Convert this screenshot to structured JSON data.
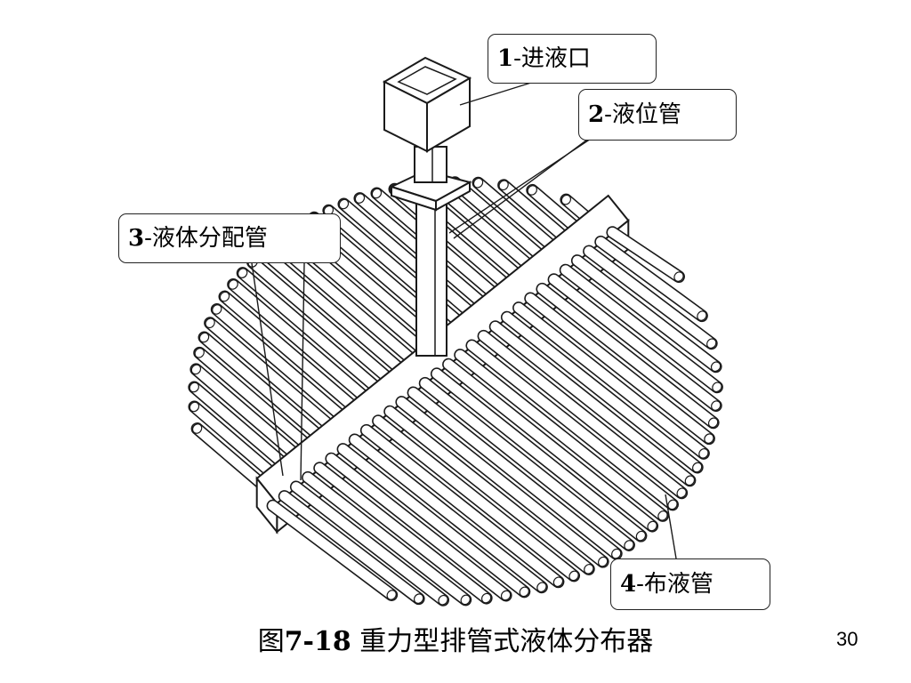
{
  "callouts": [
    {
      "num": "1",
      "text": "-进液口"
    },
    {
      "num": "2",
      "text": "-液位管"
    },
    {
      "num": "3",
      "text": "-液体分配管"
    },
    {
      "num": "4",
      "text": "-布液管"
    }
  ],
  "caption": {
    "prefix": "图",
    "num": "7-18",
    "text": " 重力型排管式液体分布器"
  },
  "page_number": "30"
}
